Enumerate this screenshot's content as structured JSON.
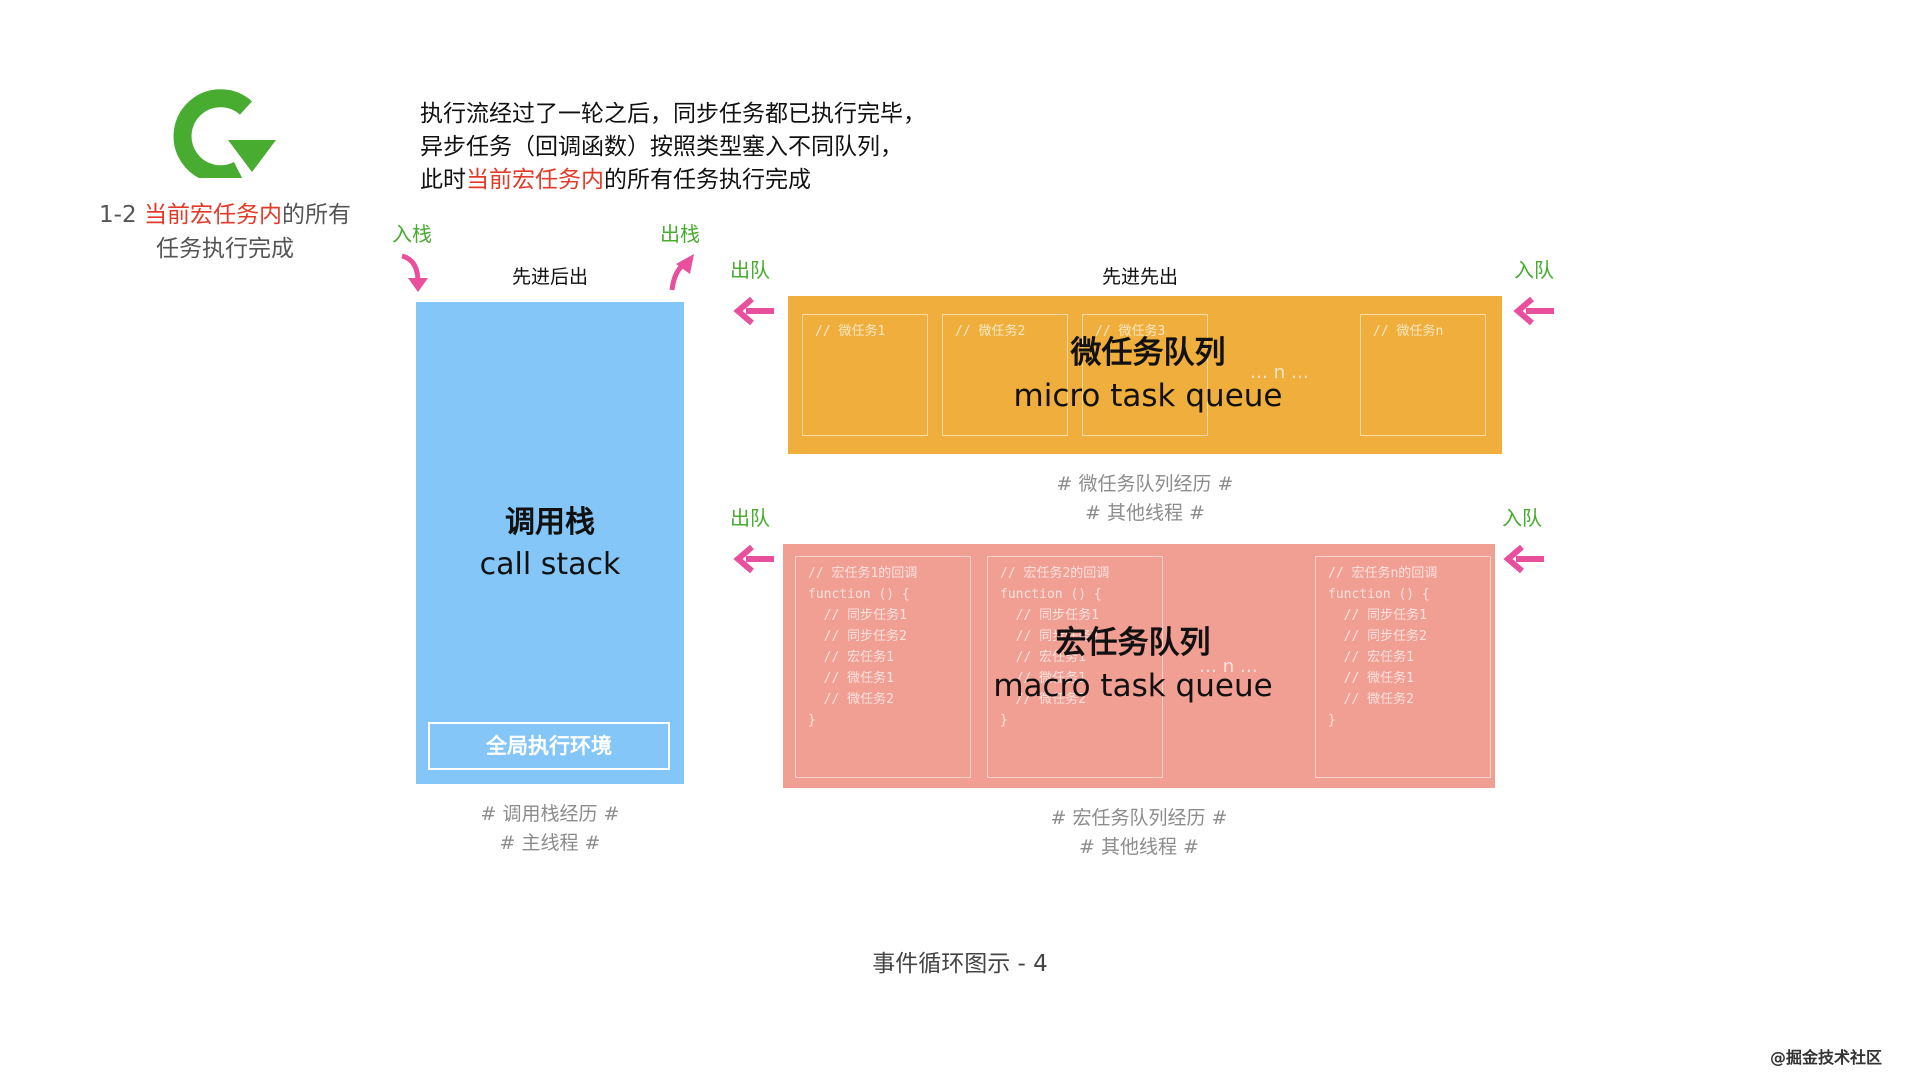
{
  "step": {
    "prefix": "1-2 ",
    "highlight": "当前宏任务内",
    "suffix_line1": "的所有",
    "line2": "任务执行完成"
  },
  "intro": {
    "line1": "执行流经过了一轮之后，同步任务都已执行完毕，",
    "line2": "异步任务（回调函数）按照类型塞入不同队列，",
    "line3_prefix": "此时",
    "line3_highlight": "当前宏任务内",
    "line3_suffix": "的所有任务执行完成"
  },
  "call_stack": {
    "push_label": "入栈",
    "pop_label": "出栈",
    "order_label": "先进后出",
    "title_zh": "调用栈",
    "title_en": "call stack",
    "global_context": "全局执行环境",
    "caption_line1": "# 调用栈经历 #",
    "caption_line2": "# 主线程 #"
  },
  "micro_queue": {
    "dequeue_label": "出队",
    "enqueue_label": "入队",
    "order_label": "先进先出",
    "title_zh": "微任务队列",
    "title_en": "micro task queue",
    "slots": [
      "// 微任务1",
      "// 微任务2",
      "// 微任务3",
      "// 微任务n"
    ],
    "ellipsis": "… n …",
    "caption_line1": "# 微任务队列经历 #",
    "caption_line2": "# 其他线程 #"
  },
  "macro_queue": {
    "dequeue_label": "出队",
    "enqueue_label": "入队",
    "title_zh": "宏任务队列",
    "title_en": "macro task queue",
    "slots": [
      "// 宏任务1的回调\nfunction () {\n  // 同步任务1\n  // 同步任务2\n  // 宏任务1\n  // 微任务1\n  // 微任务2\n}",
      "// 宏任务2的回调\nfunction () {\n  // 同步任务1\n  // 同步任务2\n  // 宏任务1\n  // 微任务1\n  // 微任务2\n}",
      "// 宏任务n的回调\nfunction () {\n  // 同步任务1\n  // 同步任务2\n  // 宏任务1\n  // 微任务1\n  // 微任务2\n}"
    ],
    "ellipsis": "… n …",
    "caption_line1": "# 宏任务队列经历 #",
    "caption_line2": "# 其他线程 #"
  },
  "figure_title": "事件循环图示 - 4",
  "watermark": "@掘金技术社区",
  "colors": {
    "call_stack": "#84c6f7",
    "micro_queue": "#f0af3c",
    "macro_queue": "#f29f93",
    "arrow": "#e84f9c",
    "label_green": "#47ac2f",
    "highlight_red": "#e23b2a"
  }
}
